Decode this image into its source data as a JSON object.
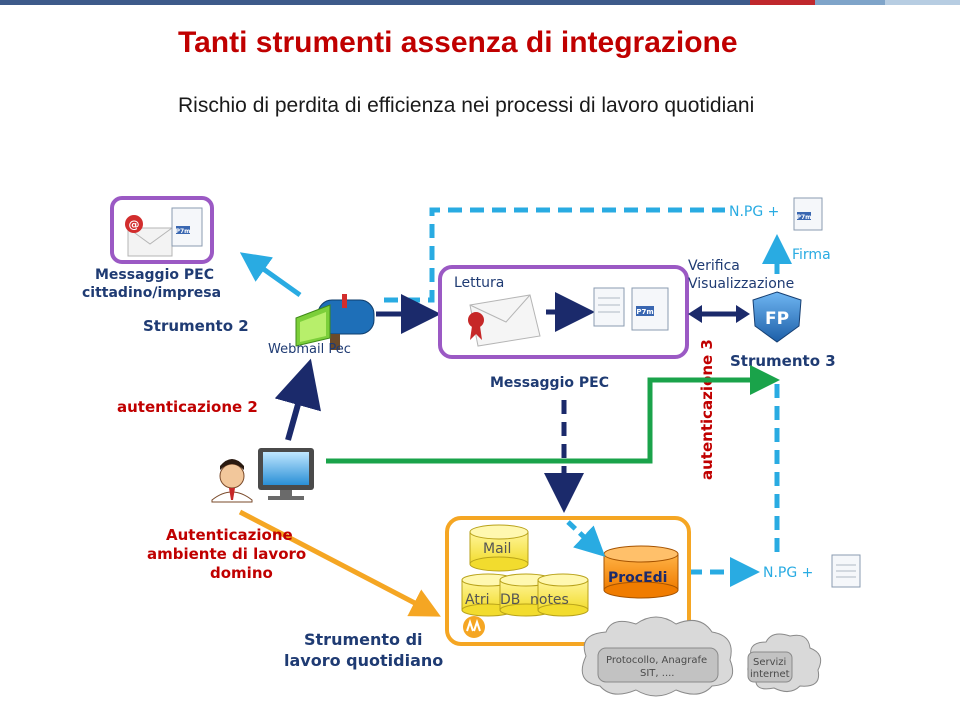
{
  "slide": {
    "title": "Tanti strumenti assenza di integrazione",
    "subtitle": "Rischio di perdita di efficienza nei processi di lavoro quotidiani"
  },
  "diagram": {
    "messaggio_pec_citizen": [
      "Messaggio PEC",
      "cittadino/impresa"
    ],
    "strumento2": "Strumento 2",
    "webmail_pec": "Webmail Pec",
    "autenticazione2": "autenticazione 2",
    "lettura": "Lettura",
    "messaggio_pec": "Messaggio PEC",
    "npg_top": "N.PG +",
    "firma": "Firma",
    "verifica": [
      "Verifica",
      "Visualizzazione"
    ],
    "fp_badge": "FP",
    "strumento3": "Strumento 3",
    "autenticazione3": "autenticazione 3",
    "auth_ambiente": [
      "Autenticazione",
      "ambiente di lavoro",
      "domino"
    ],
    "strumento_lavoro": [
      "Strumento di",
      "lavoro quotidiano"
    ],
    "db_mail": "Mail",
    "db_atri": "Atri",
    "db_db": "DB",
    "db_notes": "notes",
    "procedi": "ProcEdi",
    "npg_bottom": "N.PG +",
    "cloud_protocollo": [
      "Protocollo, Anagrafe",
      "SIT, ...."
    ],
    "cloud_servizi": [
      "Servizi",
      "internet"
    ],
    "pdf_tag": "P7m"
  },
  "colors": {
    "title": "#c00000",
    "purple": "#9b59c4",
    "orange": "#f5a623",
    "navy": "#1b2a6b",
    "cyan": "#29abe2",
    "green": "#1aa34a",
    "label_navy": "#1f3b73"
  }
}
